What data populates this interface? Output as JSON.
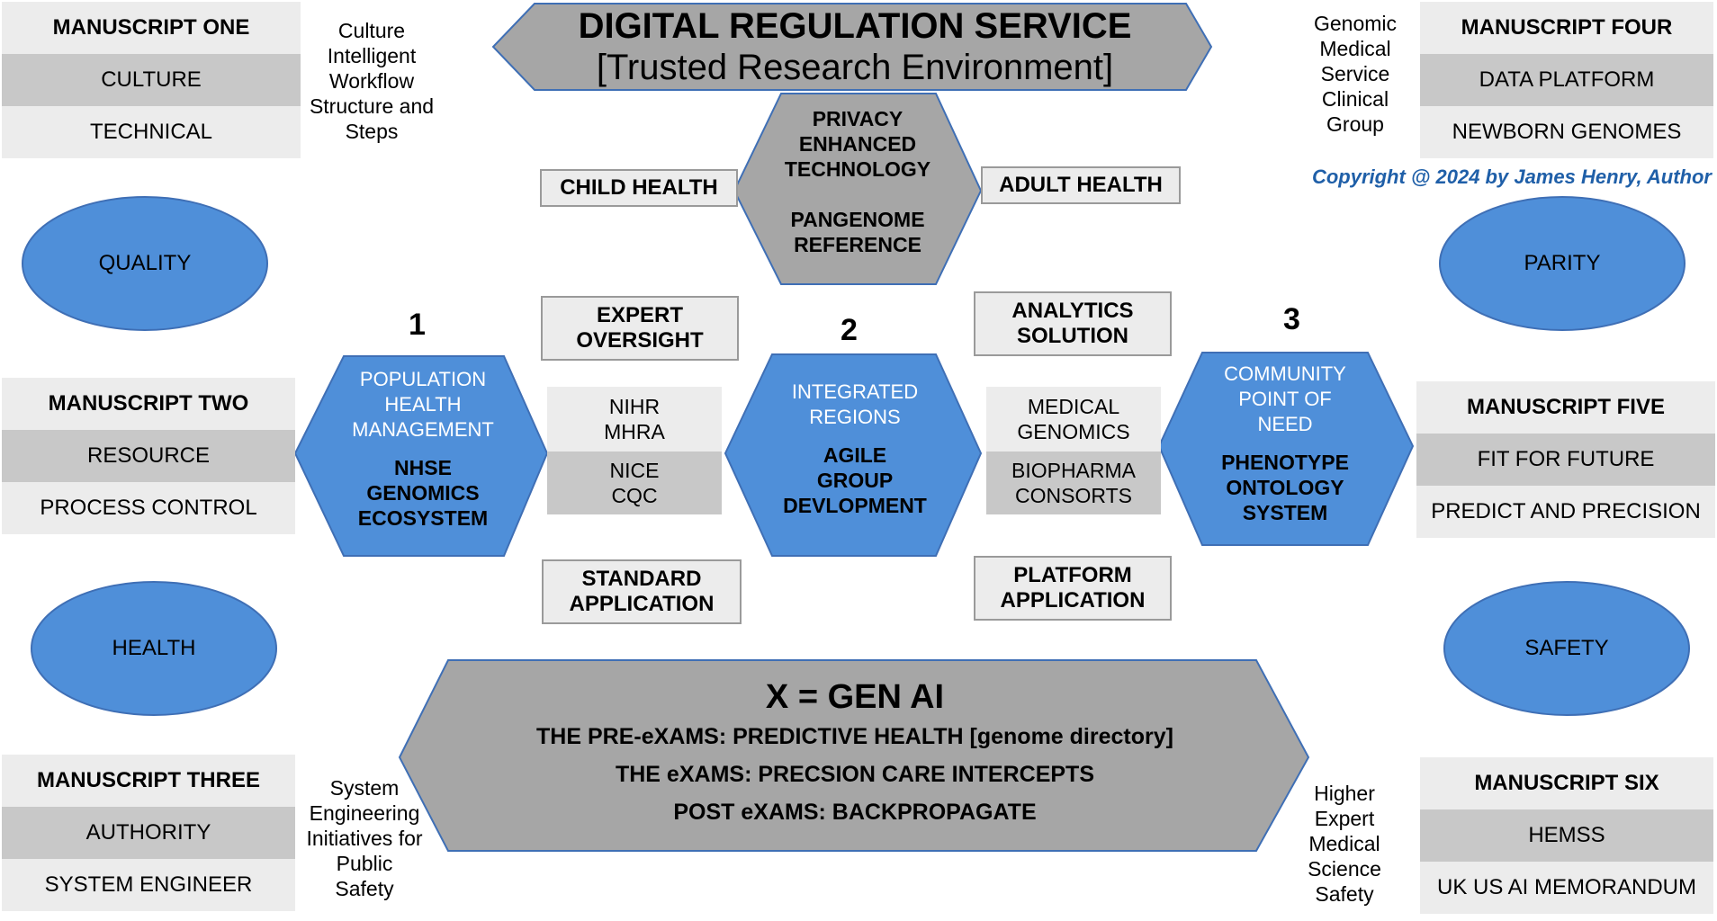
{
  "manuscripts": {
    "one": {
      "title": "MANUSCRIPT ONE",
      "item1": "CULTURE",
      "item2": "TECHNICAL"
    },
    "two": {
      "title": "MANUSCRIPT TWO",
      "item1": "RESOURCE",
      "item2": "PROCESS CONTROL"
    },
    "three": {
      "title": "MANUSCRIPT THREE",
      "item1": "AUTHORITY",
      "item2": "SYSTEM ENGINEER"
    },
    "four": {
      "title": "MANUSCRIPT FOUR",
      "item1": "DATA PLATFORM",
      "item2": "NEWBORN GENOMES"
    },
    "five": {
      "title": "MANUSCRIPT FIVE",
      "item1": "FIT FOR FUTURE",
      "item2": "PREDICT AND PRECISION"
    },
    "six": {
      "title": "MANUSCRIPT SIX",
      "item1": "HEMSS",
      "item2": "UK US AI MEMORANDUM"
    }
  },
  "notes": {
    "top_left": [
      "Culture",
      "Intelligent",
      "Workflow",
      "Structure and",
      "Steps"
    ],
    "top_right": [
      "Genomic",
      "Medical",
      "Service",
      "Clinical",
      "Group"
    ],
    "bottom_left": [
      "System",
      "Engineering",
      "Initiatives for",
      "Public",
      "Safety"
    ],
    "bottom_right": [
      "Higher",
      "Expert",
      "Medical",
      "Science",
      "Safety"
    ]
  },
  "copyright": "Copyright @ 2024 by James Henry, Author",
  "ellipses": {
    "quality": "QUALITY",
    "health": "HEALTH",
    "parity": "PARITY",
    "safety": "SAFETY"
  },
  "header": {
    "title": "DIGITAL REGULATION SERVICE",
    "subtitle": "[Trusted Research Environment]"
  },
  "privacy_hex": {
    "line1": "PRIVACY",
    "line2": "ENHANCED",
    "line3": "TECHNOLOGY",
    "line4": "PANGENOME",
    "line5": "REFERENCE"
  },
  "side_boxes": {
    "child_health": "CHILD HEALTH",
    "adult_health": "ADULT HEALTH",
    "expert_oversight": [
      "EXPERT",
      "OVERSIGHT"
    ],
    "analytics_solution": [
      "ANALYTICS",
      "SOLUTION"
    ],
    "standard_application": [
      "STANDARD",
      "APPLICATION"
    ],
    "platform_application": [
      "PLATFORM",
      "APPLICATION"
    ]
  },
  "regulators": {
    "upper": [
      "NIHR",
      "MHRA"
    ],
    "lower": [
      "NICE",
      "CQC"
    ]
  },
  "genomics": {
    "upper": [
      "MEDICAL",
      "GENOMICS"
    ],
    "lower": [
      "BIOPHARMA",
      "CONSORTS"
    ]
  },
  "numbers": {
    "n1": "1",
    "n2": "2",
    "n3": "3"
  },
  "hex1": {
    "lines": [
      "POPULATION",
      "HEALTH",
      "MANAGEMENT"
    ],
    "bold": [
      "NHSE",
      "GENOMICS",
      "ECOSYSTEM"
    ]
  },
  "hex2": {
    "lines": [
      "INTEGRATED",
      "REGIONS"
    ],
    "bold": [
      "AGILE",
      "GROUP",
      "DEVLOPMENT"
    ]
  },
  "hex3": {
    "lines": [
      "COMMUNITY",
      "POINT OF",
      "NEED"
    ],
    "bold": [
      "PHENOTYPE",
      "ONTOLOGY",
      "SYSTEM"
    ]
  },
  "bottom_hex": {
    "title": "X = GEN AI",
    "line1": "THE PRE-eXAMS: PREDICTIVE HEALTH [genome directory]",
    "line2": "THE eXAMS:  PRECSION CARE INTERCEPTS",
    "line3": "POST eXAMS:  BACKPROPAGATE"
  },
  "colors": {
    "blue": "#4f8fd9",
    "gray_shape": "#a6a6a6",
    "light": "#ececec",
    "mid": "#c8c8c8",
    "copyright": "#1f5fa8"
  }
}
